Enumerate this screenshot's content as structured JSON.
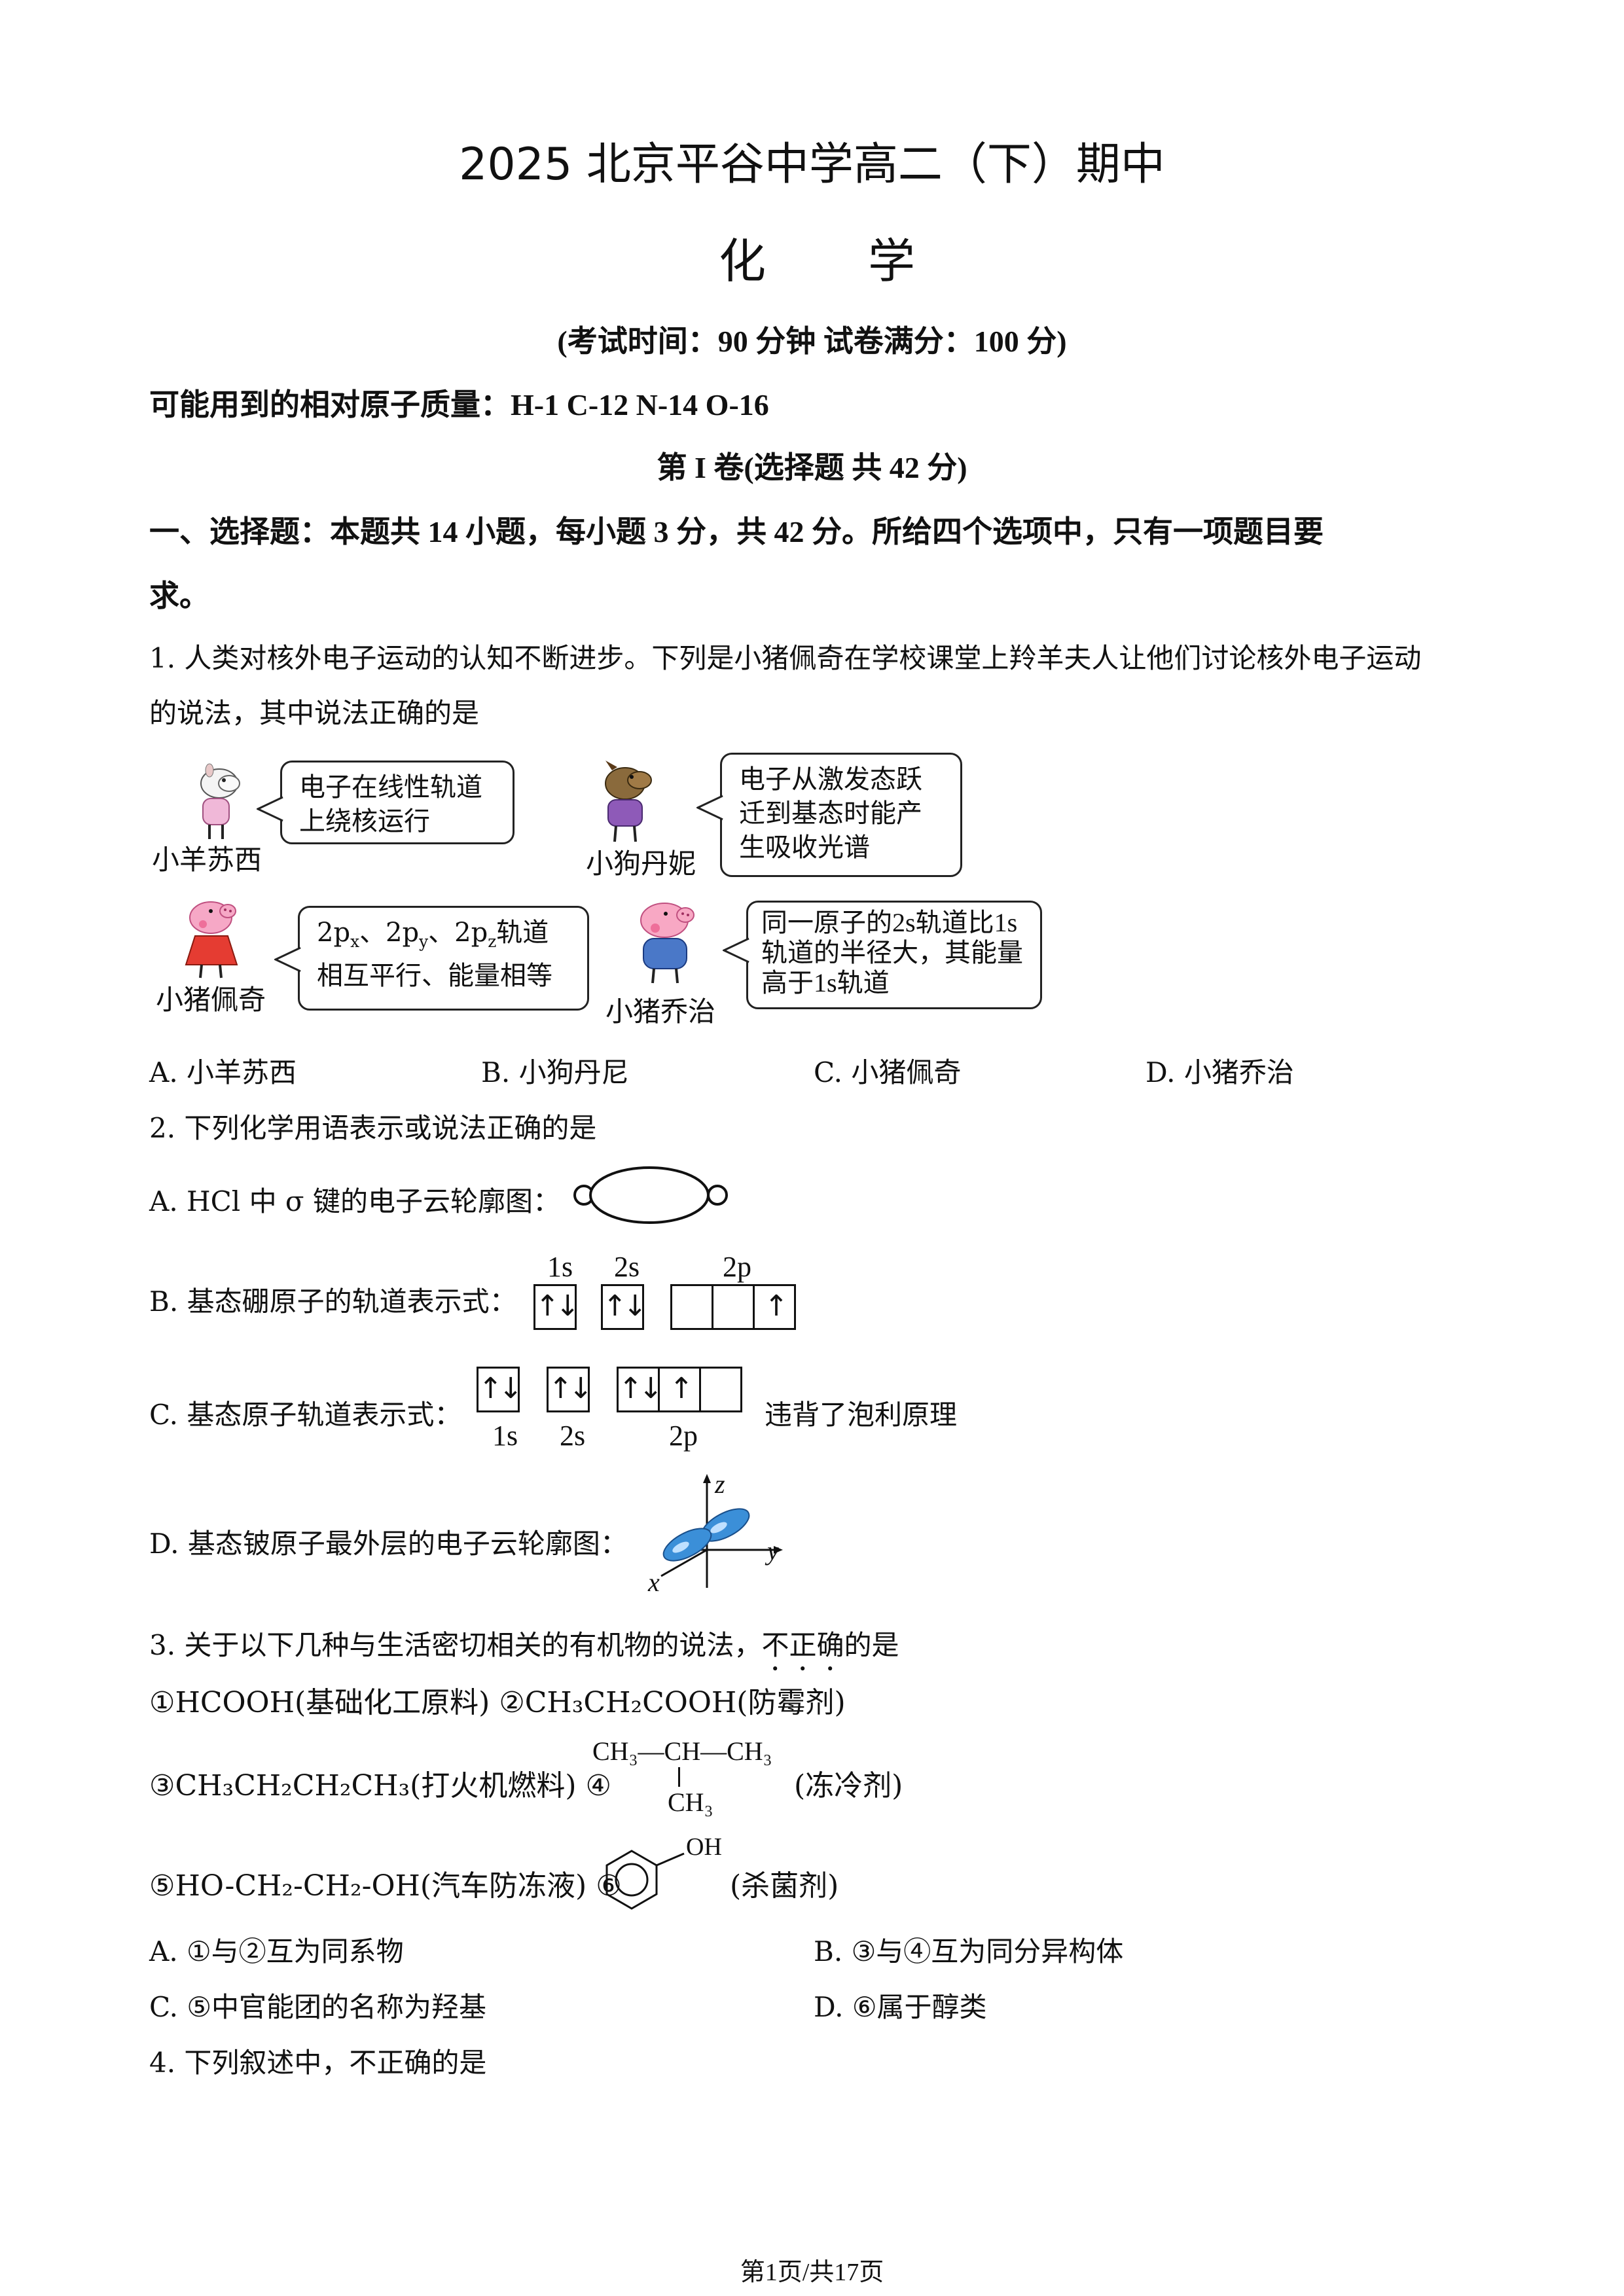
{
  "header": {
    "title": "2025 北京平谷中学高二（下）期中",
    "subject_left": "化",
    "subject_right": "学",
    "exam_info": "(考试时间：90 分钟  试卷满分：100 分)",
    "atomic_masses": "可能用到的相对原子质量：H-1  C-12  N-14  O-16",
    "part_title": "第 I 卷(选择题 共 42 分)",
    "section_line1": "一、选择题：本题共 14 小题，每小题 3 分，共 42 分。所给四个选项中，只有一项题目要",
    "section_line2": "求。"
  },
  "q1": {
    "stem_line1": "1. 人类对核外电子运动的认知不断进步。下列是小猪佩奇在学校课堂上羚羊夫人让他们讨论核外电子运动",
    "stem_line2": "的说法，其中说法正确的是",
    "characters": [
      {
        "name": "小羊苏西",
        "speech": "电子在线性轨道上绕核运行"
      },
      {
        "name": "小狗丹妮",
        "speech": "电子从激发态跃迁到基态时能产生吸收光谱"
      },
      {
        "name": "小猪佩奇",
        "speech_pre": "2p",
        "sub_x": "x",
        "sep1": "、2p",
        "sub_y": "y",
        "sep2": "、2p",
        "sub_z": "z",
        "speech_post": "轨道相互平行、能量相等"
      },
      {
        "name": "小猪乔治",
        "speech": "同一原子的2s轨道比1s轨道的半径大，其能量高于1s轨道"
      }
    ],
    "options": [
      "A. 小羊苏西",
      "B. 小狗丹尼",
      "C. 小猪佩奇",
      "D. 小猪乔治"
    ]
  },
  "q2": {
    "stem": "2. 下列化学用语表示或说法正确的是",
    "option_a": "A.  HCl 中 σ 键的电子云轮廓图：",
    "option_b": "B. 基态硼原子的轨道表示式：",
    "option_b_labels": [
      "1s",
      "2s",
      "2p"
    ],
    "option_c": "C. 基态原子轨道表示式：",
    "option_c_labels": [
      "1s",
      "2s",
      "2p"
    ],
    "option_c_tail": "违背了泡利原理",
    "option_d": "D. 基态铍原子最外层的电子云轮廓图：",
    "axis_labels": {
      "z": "z",
      "y": "y",
      "x": "x"
    },
    "arrows": {
      "pair": "↑↓",
      "up": "↑"
    }
  },
  "q3": {
    "stem_pre": "3. 关于以下几种与生活密切相关的有机物的说法，",
    "stem_emph": "不正确",
    "stem_post": "的是",
    "line1": "①HCOOH(基础化工原料)  ②CH₃CH₂COOH(防霉剂)",
    "line2": "③CH₃CH₂CH₂CH₃(打火机燃料)  ④",
    "struct4_top": "CH₃—CH—CH₃",
    "struct4_bottom": "CH₃",
    "line2_tail": "(冻冷剂)",
    "line3": "⑤HO-CH₂-CH₂-OH(汽车防冻液)  ⑥",
    "phenol_oh": "OH",
    "line3_tail": "(杀菌剂)",
    "options": [
      "A. ①与②互为同系物",
      "B. ③与④互为同分异构体",
      "C. ⑤中官能团的名称为羟基",
      "D. ⑥属于醇类"
    ]
  },
  "q4": {
    "stem": "4. 下列叙述中，不正确的是"
  },
  "footer": {
    "page": "第1页/共17页"
  }
}
